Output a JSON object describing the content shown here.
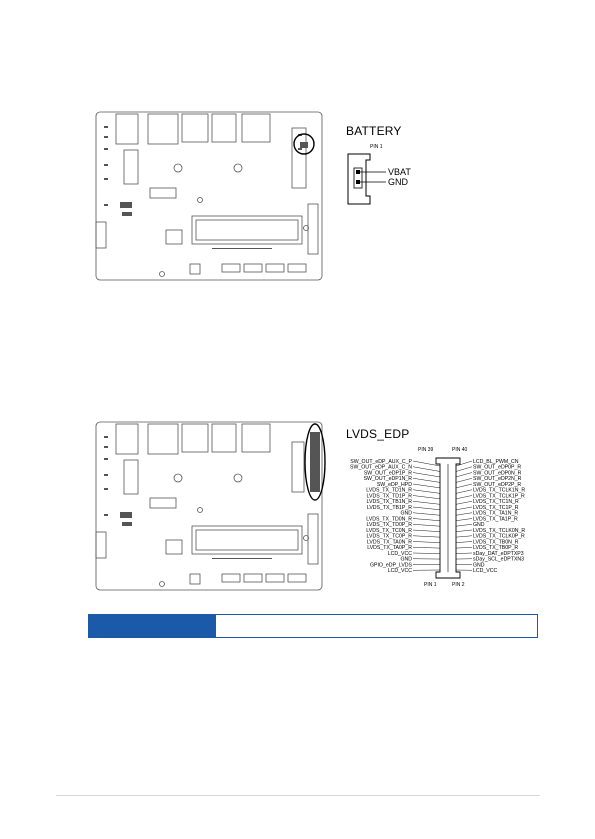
{
  "battery": {
    "title": "BATTERY",
    "pin1_label": "PIN 1",
    "pins": [
      "VBAT",
      "GND"
    ]
  },
  "lvds": {
    "title": "LVDS_EDP",
    "pin39_label": "PIN 39",
    "pin40_label": "PIN 40",
    "pin1_label": "PIN 1",
    "pin2_label": "PIN 2",
    "left_pins": [
      "SW_OUT_eDP_AUX_C_P",
      "SW_OUT_eDP_AUX_C_N",
      "SW_OUT_eDP1P_R",
      "SW_OUT_eDP1N_R",
      "SW_eDP_HPD",
      "LVDS_TX_TD1N_R",
      "LVDS_TX_TD1P_R",
      "LVDS_TX_TB1N_R",
      "LVDS_TX_TB1P_R",
      "GND",
      "LVDS_TX_TD0N_R",
      "LVDS_TX_TD0P_R",
      "LVDS_TX_TC0N_R",
      "LVDS_TX_TC0P_R",
      "LVDS_TX_TA0N_R",
      "LVDS_TX_TA0P_R",
      "LCD_VCC",
      "GND",
      "GPIO_eDP_LVDS",
      "LCD_VCC"
    ],
    "right_pins": [
      "LCD_BL_PWM_CN",
      "SW_OUT_eDP0P_R",
      "SW_OUT_eDP0N_R",
      "SW_OUT_eDP2N_R",
      "SW_OUT_eDP2P_R",
      "LVDS_TX_TCLK1N_R",
      "LVDS_TX_TCLK1P_R",
      "LVDS_TX_TC1N_R",
      "LVDS_TX_TC1P_R",
      "LVDS_TX_TA1N_R",
      "LVDS_TX_TA1P_R",
      "GND",
      "LVDS_TX_TCLK0N_R",
      "LVDS_TX_TCLK0P_R",
      "LVDS_TX_TB0N_R",
      "LVDS_TX_TB0P_R",
      "sDay_DAT_eDPTXP3",
      "sDay_SCL_eDPTXN3",
      "GND",
      "LCD_VCC"
    ]
  },
  "note": {
    "text": ""
  },
  "colors": {
    "accent": "#1a5aa8",
    "board_outline": "#555555"
  }
}
